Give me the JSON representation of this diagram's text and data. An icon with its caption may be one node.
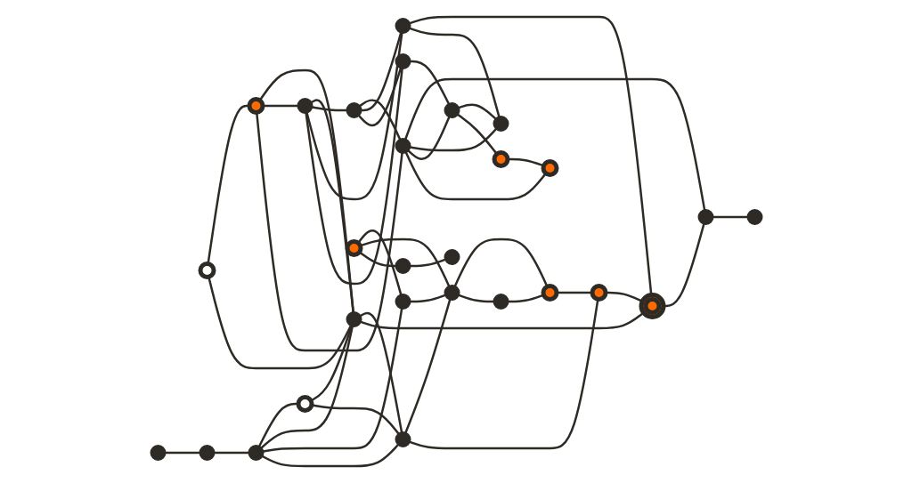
{
  "diagram": {
    "nodes": [
      {
        "text": [],
        "shape": "circle"
      },
      {
        "text": [],
        "shape": "circle"
      },
      {
        "text": [],
        "shape": "circle"
      },
      {
        "text": [],
        "shape": "circle"
      },
      {
        "text": [],
        "shape": "circle"
      },
      {
        "text": [],
        "shape": "circle"
      },
      {
        "text": [],
        "shape": "circle"
      },
      {
        "text": [],
        "shape": "circle"
      },
      {
        "text": [],
        "shape": "circle"
      },
      {
        "text": [],
        "shape": "circle"
      },
      {
        "text": [],
        "shape": "circle"
      },
      {
        "text": [],
        "shape": "circle"
      },
      {
        "text": [],
        "shape": "circle"
      },
      {
        "text": [],
        "shape": "circle"
      },
      {
        "text": [],
        "shape": "circle"
      },
      {
        "text": [],
        "shape": "circle"
      },
      {
        "text": [],
        "shape": "circle"
      },
      {
        "text": [],
        "shape": "circle"
      },
      {
        "text": [],
        "shape": "circle"
      },
      {
        "text": [],
        "shape": "circle"
      },
      {
        "text": [],
        "shape": "circle"
      },
      {
        "text": [],
        "shape": "circle"
      },
      {
        "text": [],
        "shape": "circle"
      },
      {
        "text": [],
        "shape": "circle"
      },
      {
        "text": [],
        "shape": "circle"
      },
      {
        "text": [],
        "shape": "circle"
      },
      {
        "text": [],
        "shape": "circle"
      },
      {
        "text": [],
        "shape": "circle"
      }
    ],
    "edges": [
      {
        "from": 1,
        "to": 8,
        "arrow": "none"
      },
      {
        "from": 8,
        "to": 9,
        "arrow": "none"
      },
      {
        "from": 9,
        "to": 5,
        "arrow": "none"
      },
      {
        "from": 9,
        "to": 10,
        "arrow": "none"
      },
      {
        "from": 9,
        "to": 12,
        "arrow": "none"
      },
      {
        "from": 9,
        "to": 14,
        "arrow": "none"
      },
      {
        "from": 5,
        "to": 10,
        "arrow": "none"
      },
      {
        "from": 5,
        "to": 14,
        "arrow": "none"
      },
      {
        "from": 6,
        "to": 0,
        "arrow": "none"
      },
      {
        "from": 6,
        "to": 10,
        "arrow": "none"
      },
      {
        "from": 0,
        "to": 10,
        "arrow": "none"
      },
      {
        "from": 0,
        "to": 4,
        "arrow": "none"
      },
      {
        "from": 0,
        "to": 3,
        "arrow": "none"
      },
      {
        "from": 4,
        "to": 10,
        "arrow": "none"
      },
      {
        "from": 4,
        "to": 7,
        "arrow": "none"
      },
      {
        "from": 4,
        "to": 11,
        "arrow": "none"
      },
      {
        "from": 4,
        "to": 13,
        "arrow": "none"
      },
      {
        "from": 7,
        "to": 3,
        "arrow": "none"
      },
      {
        "from": 7,
        "to": 11,
        "arrow": "none"
      },
      {
        "from": 7,
        "to": 13,
        "arrow": "none"
      },
      {
        "from": 11,
        "to": 18,
        "arrow": "none"
      },
      {
        "from": 11,
        "to": 21,
        "arrow": "none"
      },
      {
        "from": 3,
        "to": 24,
        "arrow": "none"
      },
      {
        "from": 3,
        "to": 21,
        "arrow": "none"
      },
      {
        "from": 3,
        "to": 16,
        "arrow": "none"
      },
      {
        "from": 3,
        "to": 19,
        "arrow": "none"
      },
      {
        "from": 13,
        "to": 16,
        "arrow": "none"
      },
      {
        "from": 16,
        "to": 21,
        "arrow": "none"
      },
      {
        "from": 16,
        "to": 2,
        "arrow": "none"
      },
      {
        "from": 2,
        "to": 19,
        "arrow": "none"
      },
      {
        "from": 10,
        "to": 14,
        "arrow": "none"
      },
      {
        "from": 10,
        "to": 18,
        "arrow": "none"
      },
      {
        "from": 15,
        "to": 12,
        "arrow": "none"
      },
      {
        "from": 12,
        "to": 20,
        "arrow": "none"
      },
      {
        "from": 15,
        "to": 20,
        "arrow": "none"
      },
      {
        "from": 15,
        "to": 22,
        "arrow": "none"
      },
      {
        "from": 22,
        "to": 27,
        "arrow": "none"
      },
      {
        "from": 14,
        "to": 20,
        "arrow": "none"
      },
      {
        "from": 14,
        "to": 17,
        "arrow": "none"
      },
      {
        "from": 20,
        "to": 23,
        "arrow": "none"
      },
      {
        "from": 20,
        "to": 25,
        "arrow": "none"
      },
      {
        "from": 25,
        "to": 23,
        "arrow": "none"
      },
      {
        "from": 23,
        "to": 17,
        "arrow": "none"
      },
      {
        "from": 17,
        "to": 18,
        "arrow": "none"
      },
      {
        "from": 18,
        "to": 24,
        "arrow": "none"
      },
      {
        "from": 24,
        "to": 26,
        "arrow": "none"
      }
    ]
  }
}
